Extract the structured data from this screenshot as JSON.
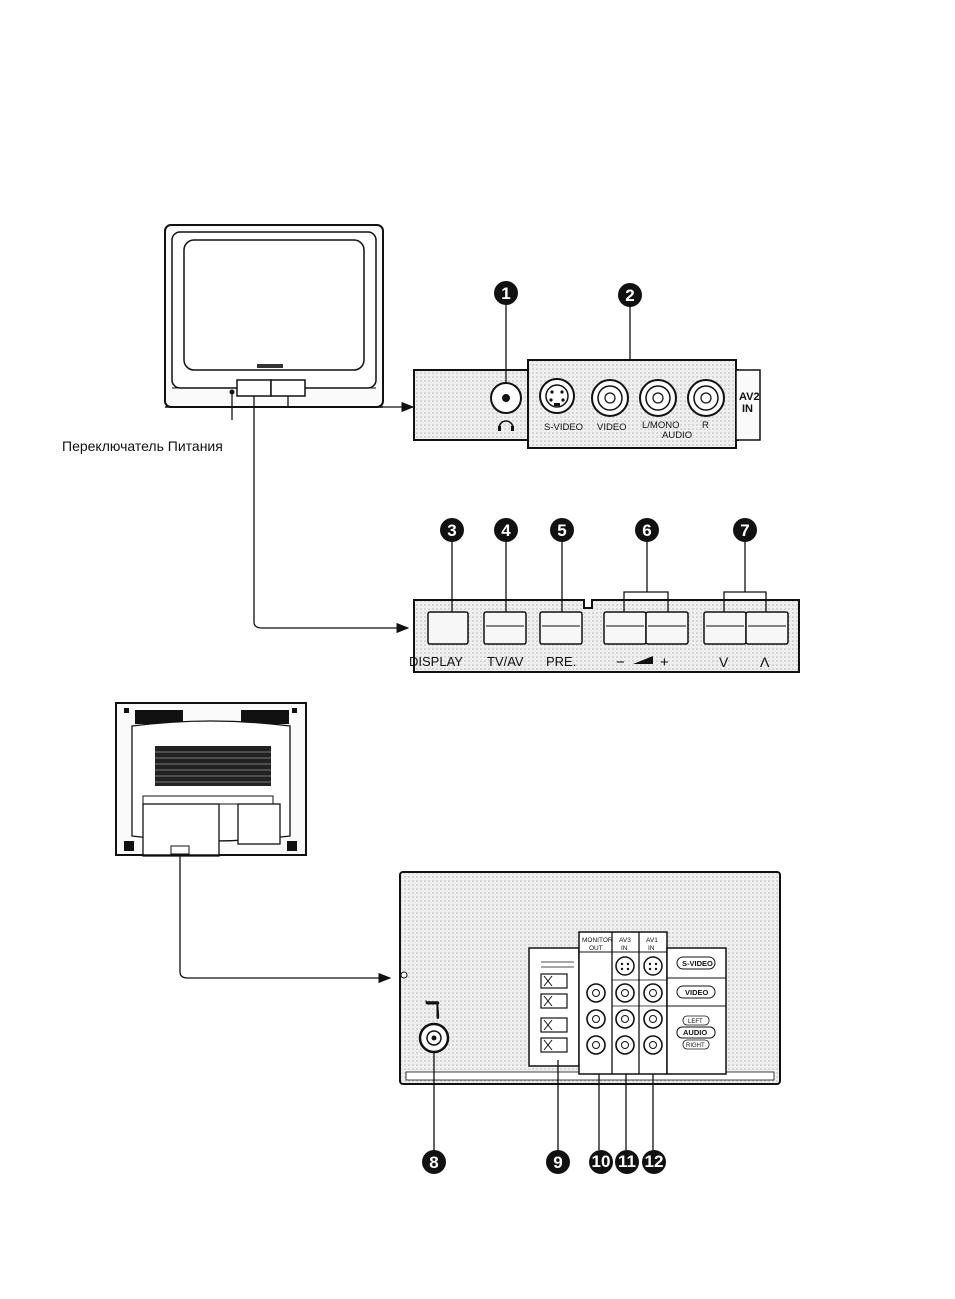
{
  "labels": {
    "power_switch": "Переключатель Питания",
    "front_jacks": {
      "svideo": "S-VIDEO",
      "video": "VIDEO",
      "lmono": "L/MONO",
      "r": "R",
      "audio": "AUDIO",
      "av2_top": "AV2",
      "av2_bottom": "IN"
    },
    "buttons": {
      "display": "DISPLAY",
      "tvav": "TV/AV",
      "pre": "PRE.",
      "vol_minus": "−",
      "vol_plus": "+",
      "ch_down": "V",
      "ch_up": "Λ"
    },
    "rear": {
      "monitor_top": "MONITOR",
      "monitor_bottom": "OUT",
      "av3_top": "AV3",
      "av3_bottom": "IN",
      "av1_top": "AV1",
      "av1_bottom": "IN",
      "svideo": "S-VIDEO",
      "video": "VIDEO",
      "left": "LEFT",
      "audio": "AUDIO",
      "right": "RIGHT",
      "antenna_symbol": "ℸ"
    }
  },
  "callouts": [
    "1",
    "2",
    "3",
    "4",
    "5",
    "6",
    "7",
    "8",
    "9",
    "10",
    "11",
    "12"
  ],
  "colors": {
    "ink": "#111111",
    "panel": "#e9e9e9",
    "badge": "#111111"
  }
}
